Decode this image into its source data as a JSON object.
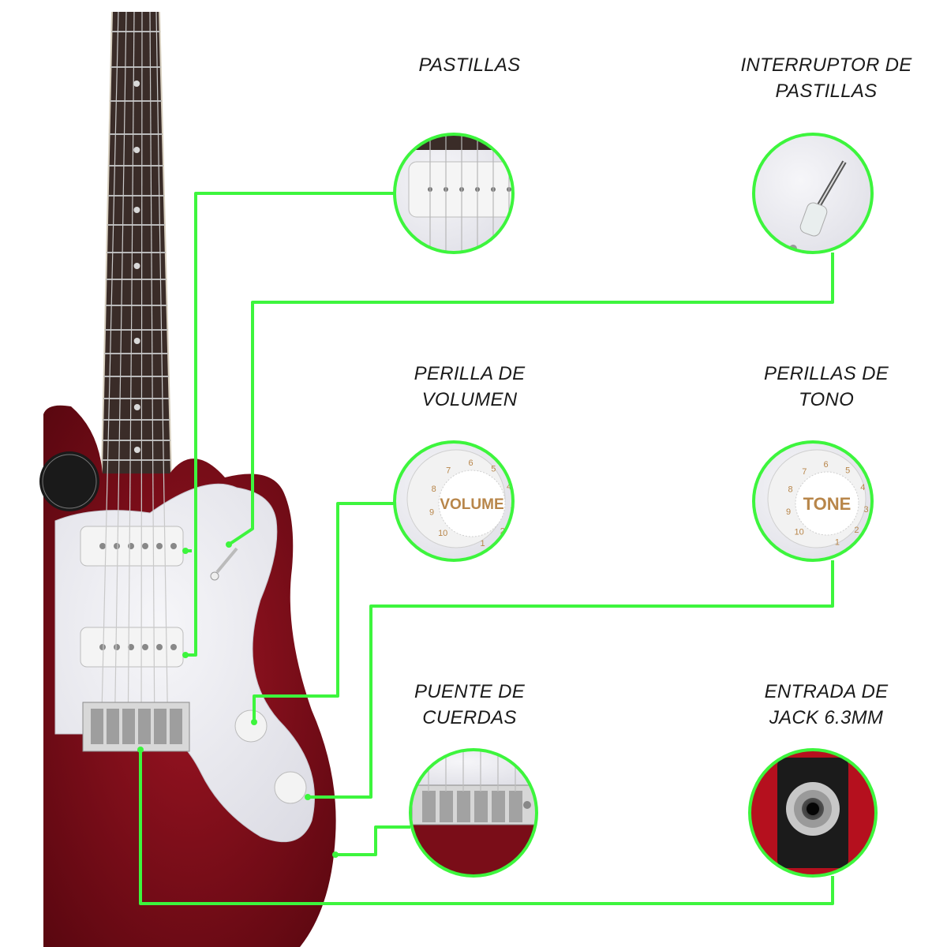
{
  "labels": {
    "pickups": [
      "PASTILLAS"
    ],
    "pickup_switch": [
      "INTERRUPTOR DE",
      "PASTILLAS"
    ],
    "volume_knob": [
      "PERILLA DE",
      "VOLUMEN"
    ],
    "tone_knobs": [
      "PERILLAS DE",
      "TONO"
    ],
    "bridge": [
      "PUENTE DE",
      "CUERDAS"
    ],
    "jack_input": [
      "ENTRADA DE",
      "JACK 6.3MM"
    ]
  },
  "knob_text": {
    "volume": "VOLUME",
    "tone": "TONE",
    "numbers": [
      "1",
      "2",
      "3",
      "4",
      "5",
      "6",
      "7",
      "8",
      "9",
      "10"
    ]
  },
  "colors": {
    "callout": "#3df53d",
    "body": "#8a0f1c",
    "pickguard": "#e9e9ee",
    "fretboard": "#3a2c28",
    "knob_number": "#b8864a",
    "text": "#1a1a1a"
  }
}
